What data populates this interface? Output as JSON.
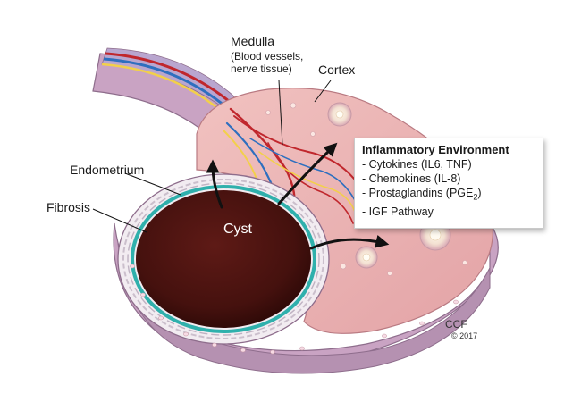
{
  "labels": {
    "medulla_title": "Medulla",
    "medulla_sub1": "(Blood vessels,",
    "medulla_sub2": "nerve tissue)",
    "cortex": "Cortex",
    "endometrium": "Endometrium",
    "fibrosis": "Fibrosis",
    "cyst": "Cyst"
  },
  "environment_box": {
    "title": "Inflammatory Environment",
    "items": [
      {
        "text": "- Cytokines (IL6, TNF)"
      },
      {
        "text": "- Chemokines (IL-8)"
      },
      {
        "text": "- Prostaglandins (PGE",
        "sub": "2",
        "after": ")"
      },
      {
        "text": "- IGF Pathway"
      }
    ]
  },
  "credit": {
    "org": "CCF",
    "year": "© 2017"
  },
  "colors": {
    "ovary_tissue": "#e8b0b0",
    "ovary_outer": "#c9a3c3",
    "cyst_fill": "#4a1210",
    "cyst_lining": "#2fb0ac",
    "arrow": "#111111",
    "vessel_red": "#c0272d",
    "vessel_blue": "#2e6fbf",
    "nerve_yellow": "#f2d04a"
  }
}
